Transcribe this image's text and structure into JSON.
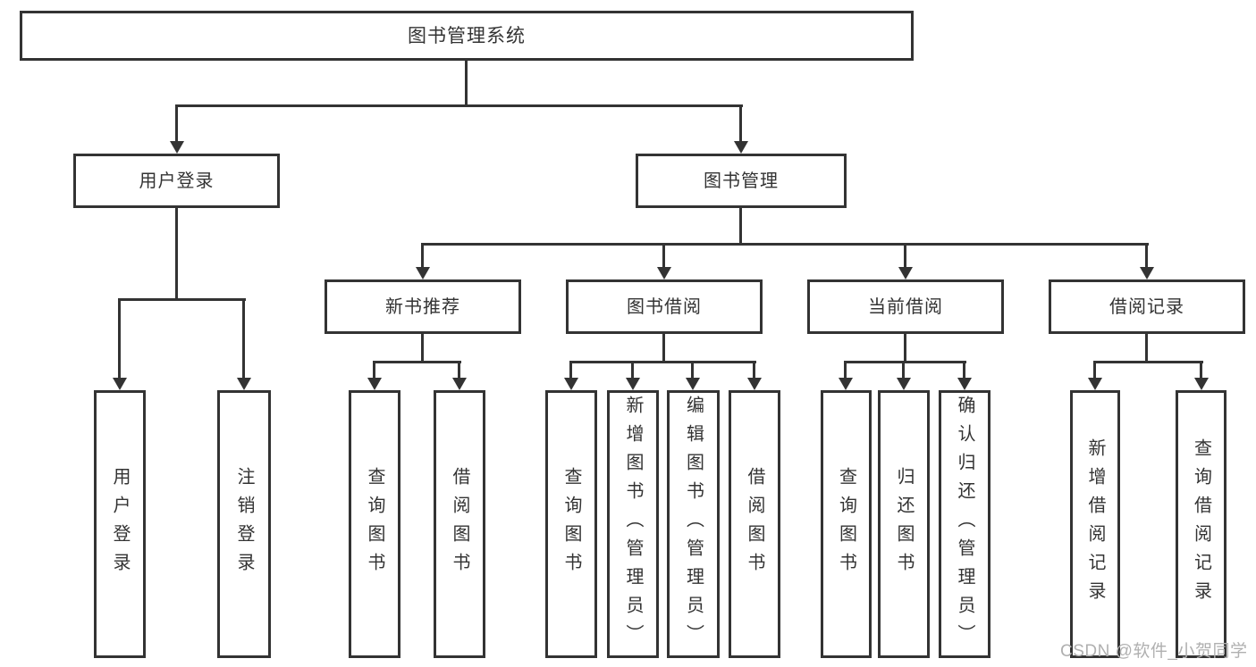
{
  "tree": {
    "label": "图书管理系统",
    "children": [
      {
        "label": "用户登录",
        "children": [
          {
            "label": "用户登录"
          },
          {
            "label": "注销登录"
          }
        ]
      },
      {
        "label": "图书管理",
        "children": [
          {
            "label": "新书推荐",
            "children": [
              {
                "label": "查询图书"
              },
              {
                "label": "借阅图书"
              }
            ]
          },
          {
            "label": "图书借阅",
            "children": [
              {
                "label": "查询图书"
              },
              {
                "label": "新增图书（管理员）"
              },
              {
                "label": "编辑图书（管理员）"
              },
              {
                "label": "借阅图书"
              }
            ]
          },
          {
            "label": "当前借阅",
            "children": [
              {
                "label": "查询图书"
              },
              {
                "label": "归还图书"
              },
              {
                "label": "确认归还（管理员）"
              }
            ]
          },
          {
            "label": "借阅记录",
            "children": [
              {
                "label": "新增借阅记录"
              },
              {
                "label": "查询借阅记录"
              }
            ]
          }
        ]
      }
    ]
  },
  "watermark": {
    "text": "CSDN @软件_小贺同学"
  },
  "colors": {
    "line": "#333333",
    "text": "#333333",
    "watermark": "#b0b0b0",
    "background": "#ffffff"
  }
}
